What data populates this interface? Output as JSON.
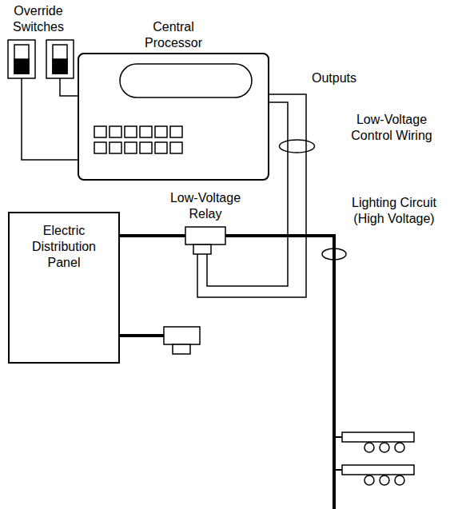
{
  "diagram": {
    "nodes": [
      {
        "text": [
          "Central Processor"
        ]
      },
      {
        "text": [
          "Electric Distribution Panel"
        ]
      },
      {
        "text": [
          "Low-Voltage Relay"
        ]
      }
    ],
    "edges": [
      {
        "from": 0,
        "to": 2,
        "arrow": "none"
      },
      {
        "from": 1,
        "to": 2,
        "arrow": "none"
      }
    ],
    "labels": [
      "Override Switches",
      "Outputs",
      "Low-Voltage Control Wiring",
      "Lighting Circuit (High Voltage)"
    ]
  }
}
